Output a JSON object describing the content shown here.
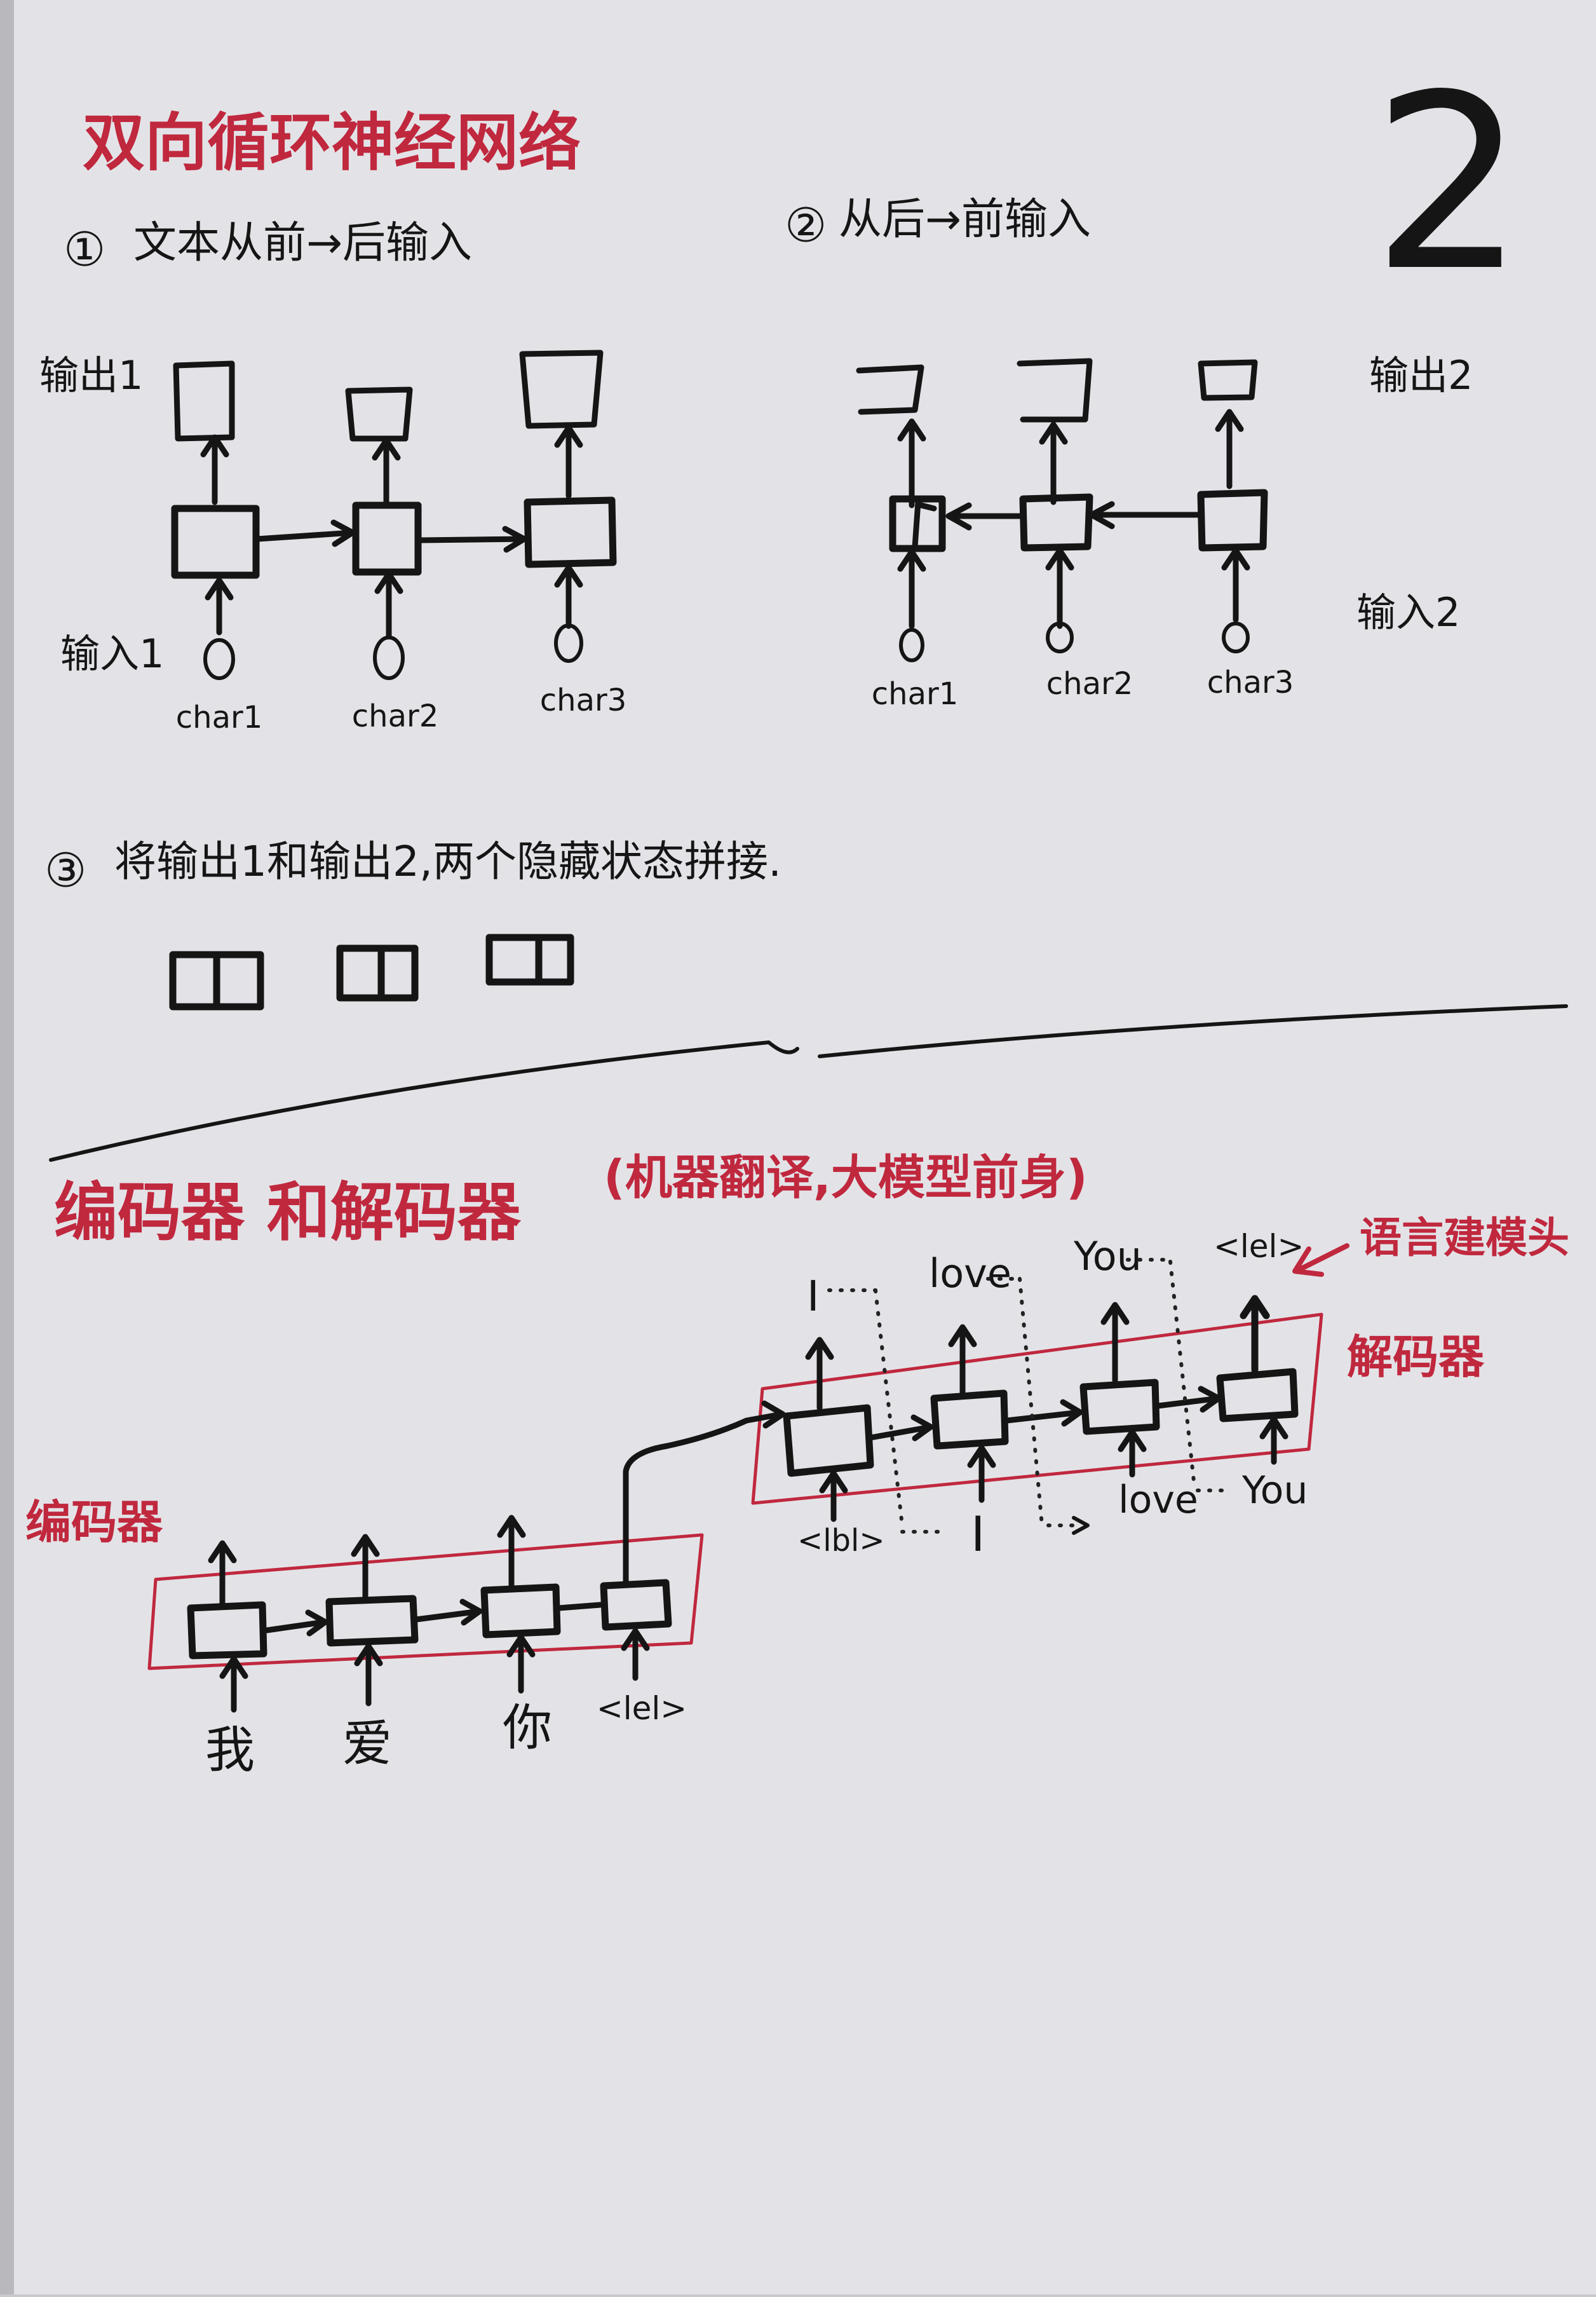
{
  "page_number": "2",
  "colors": {
    "paper": "#e3e3e7",
    "ink": "#151515",
    "red_ink": "#c0283e"
  },
  "section1": {
    "title": "双向循环神经网络",
    "step1": {
      "num": "①",
      "text": "文本从前→后输入"
    },
    "step2": {
      "num": "②",
      "text": "从后→前输入"
    },
    "step3": {
      "num": "③",
      "text": "将输出1和输出2,两个隐藏状态拼接."
    },
    "forward": {
      "output_label": "输出1",
      "input_label": "输入1",
      "chars": [
        "char1",
        "char2",
        "char3"
      ]
    },
    "backward": {
      "output_label": "输出2",
      "input_label": "输入2",
      "chars": [
        "char1",
        "char2",
        "char3"
      ]
    }
  },
  "section2": {
    "title": "编码器 和解码器",
    "note": "(机器翻译,大模型前身)",
    "lm_head_label": "语言建模头",
    "decoder_label": "解码器",
    "encoder_label": "编码器",
    "encoder_inputs": [
      "我",
      "爱",
      "你",
      "<lel>"
    ],
    "decoder_inputs": [
      "<lbl>",
      "I",
      "love",
      "You"
    ],
    "decoder_outputs": [
      "I",
      "love",
      "You",
      "<lel>"
    ]
  }
}
